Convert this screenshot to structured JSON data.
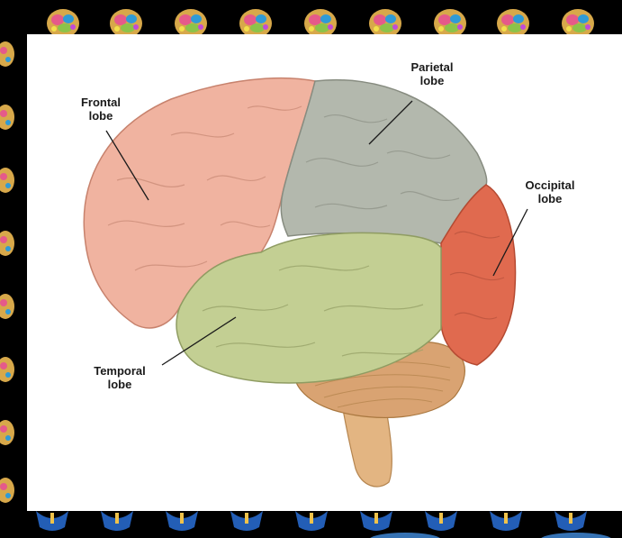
{
  "diagram": {
    "labels": {
      "frontal": "Frontal\nlobe",
      "parietal": "Parietal\nlobe",
      "occipital": "Occipital\nlobe",
      "temporal": "Temporal\nlobe"
    },
    "colors": {
      "frontal": "#f0b3a0",
      "parietal": "#b3b8ad",
      "occipital": "#e06a4f",
      "temporal": "#c3cf93",
      "cerebellum": "#d9a372",
      "brainstem": "#e3b582",
      "border_background": "#000000",
      "panel": "#ffffff"
    },
    "icons": [
      "brain-head-icon"
    ]
  }
}
